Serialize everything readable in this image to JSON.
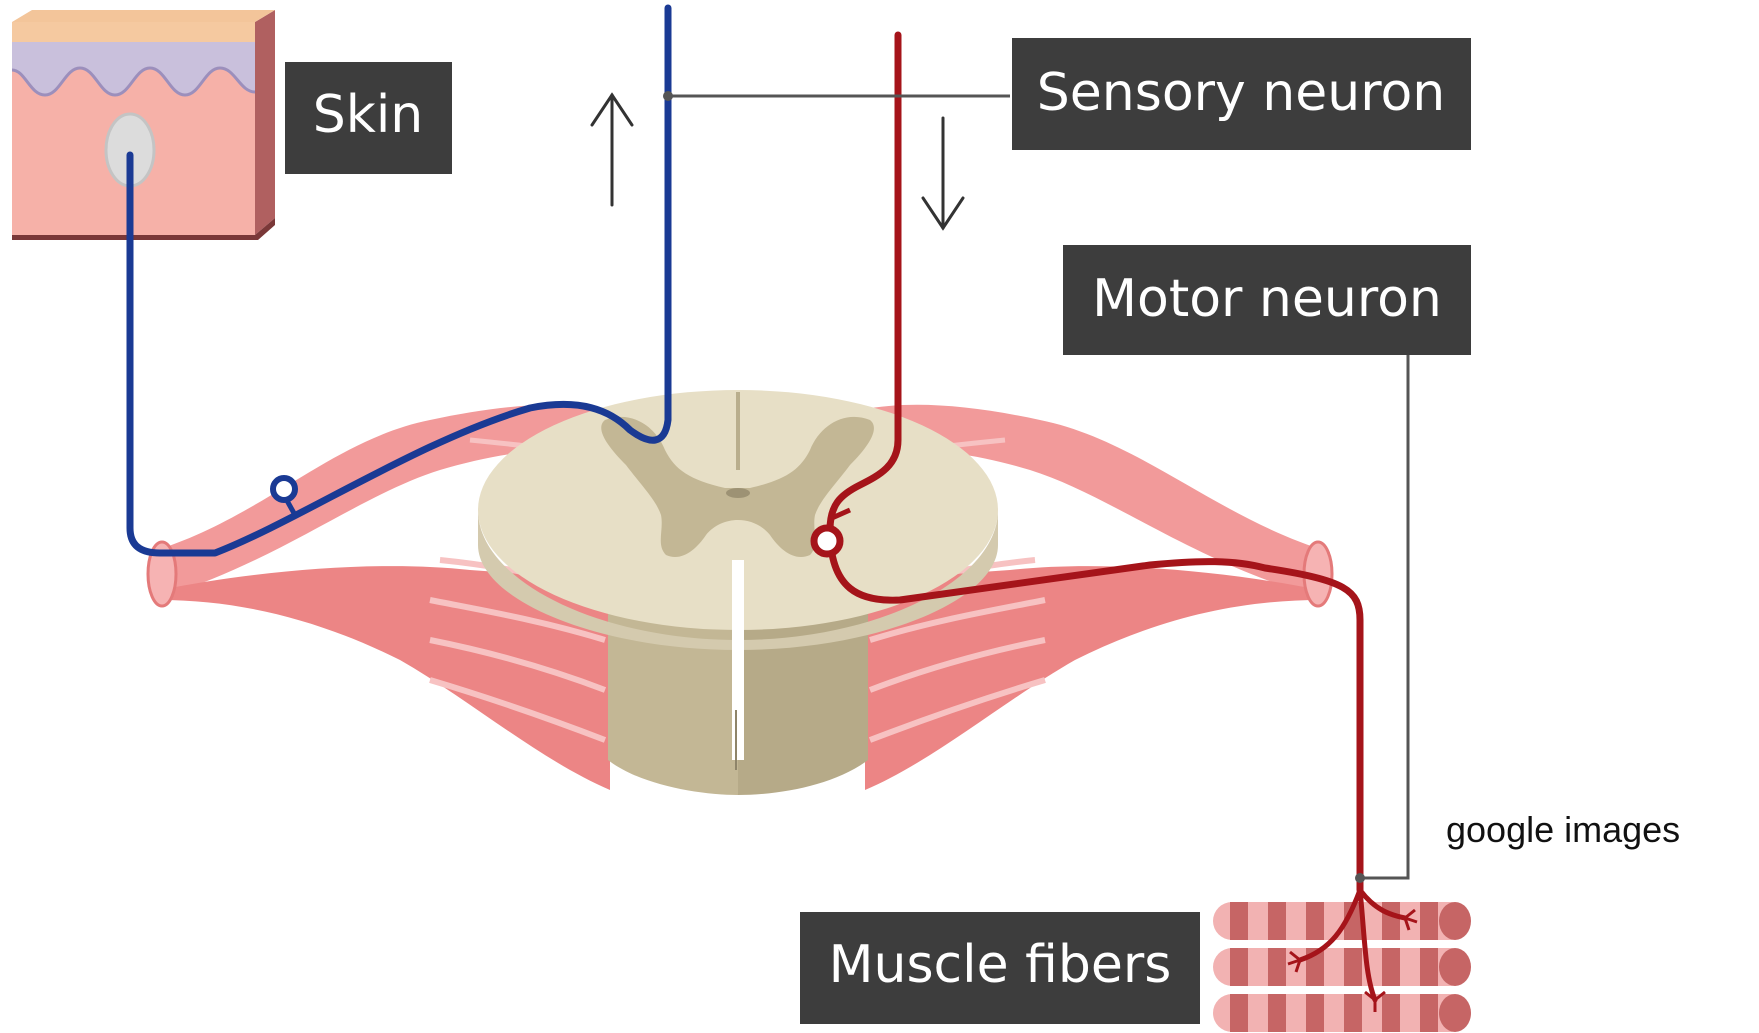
{
  "labels": {
    "skin": "Skin",
    "sensory_neuron": "Sensory neuron",
    "motor_neuron": "Motor neuron",
    "muscle_fibers": "Muscle fibers"
  },
  "credit": "google images",
  "colors": {
    "sensory_neuron": "#1a3a94",
    "motor_neuron": "#a5141a",
    "label_box": "#3d3d3d",
    "label_text": "#ffffff",
    "nerve_tissue": "#f08f8f",
    "gray_matter": "#c3b795",
    "white_matter": "#e4dcc3",
    "skin_surface": "#f5c9a0",
    "epidermis": "#c9c0dc"
  },
  "icons": {
    "up_arrow": "arrow-up-icon",
    "down_arrow": "arrow-down-icon"
  }
}
